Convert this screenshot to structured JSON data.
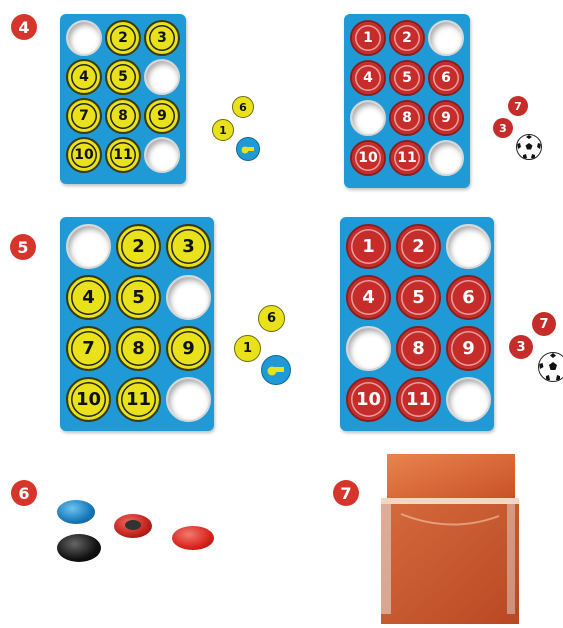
{
  "steps": {
    "s4": "4",
    "s5": "5",
    "s6": "6",
    "s7": "7"
  },
  "boards": {
    "small_yellow": [
      "",
      "2",
      "3",
      "4",
      "5",
      "",
      "7",
      "8",
      "9",
      "10",
      "11",
      ""
    ],
    "small_red": [
      "1",
      "2",
      "",
      "4",
      "5",
      "6",
      "",
      "8",
      "9",
      "10",
      "11",
      ""
    ],
    "large_yellow": [
      "",
      "2",
      "3",
      "4",
      "5",
      "",
      "7",
      "8",
      "9",
      "10",
      "11",
      ""
    ],
    "large_red": [
      "1",
      "2",
      "",
      "4",
      "5",
      "6",
      "",
      "8",
      "9",
      "10",
      "11",
      ""
    ]
  },
  "loose_tokens": {
    "small_yellow_a": "6",
    "small_yellow_b": "1",
    "small_red_a": "7",
    "small_red_b": "3",
    "large_yellow_a": "6",
    "large_yellow_b": "1",
    "large_red_a": "7",
    "large_red_b": "3"
  },
  "colors": {
    "board": "#1f9ad6",
    "yellow": "#e9e21a",
    "red": "#c62d2a",
    "badge": "#d6352b",
    "pocket": "#d9643a"
  },
  "icons": {
    "whistle": "whistle-icon",
    "soccer_ball": "soccer-ball-icon"
  }
}
